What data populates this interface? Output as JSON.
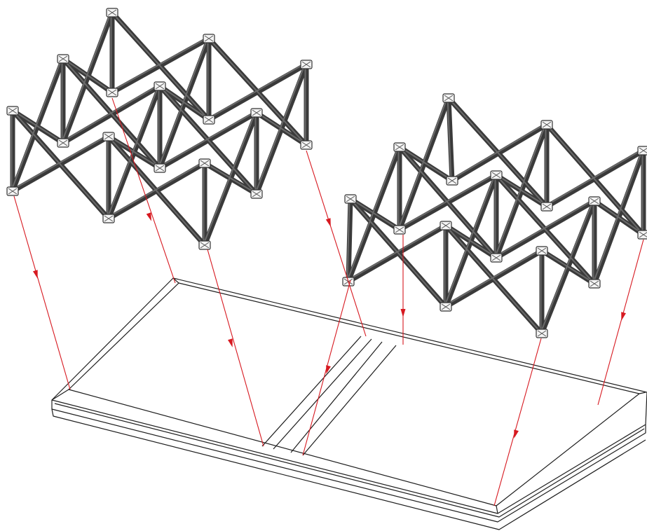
{
  "diagram": {
    "colors": {
      "background": "#ffffff",
      "frame_struts": "#3a3a3a",
      "hub_fill": "#f4f4f4",
      "panel_outline": "#1e1e1e",
      "placement_arrows": "#d71920"
    },
    "components": [
      {
        "id": "frame-left",
        "kind": "folding-scissor-frame"
      },
      {
        "id": "frame-right",
        "kind": "folding-scissor-frame"
      },
      {
        "id": "floor-panel",
        "kind": "two-part-deck-panel"
      }
    ],
    "placement_arrow_count": 8
  }
}
